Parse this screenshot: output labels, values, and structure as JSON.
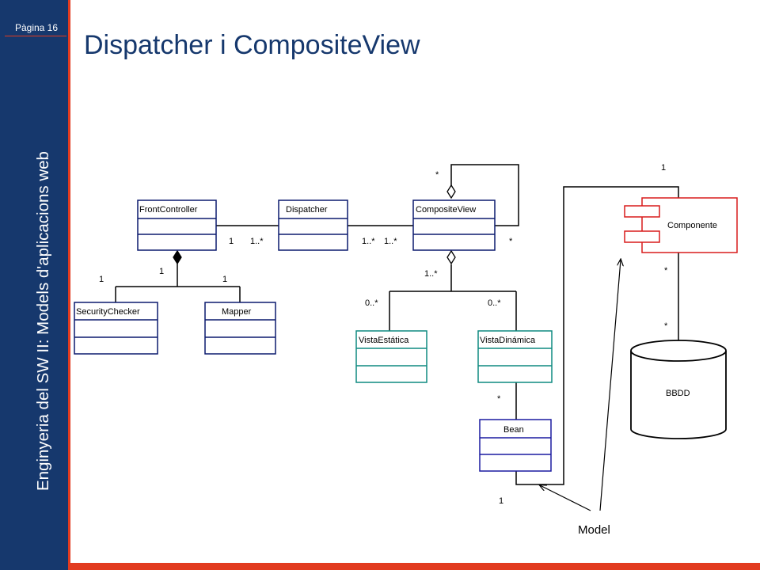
{
  "slide": {
    "page_label": "Pàgina 16",
    "vertical_title": "Enginyeria del SW II: Models d'aplicacions web",
    "title": "Dispatcher i CompositeView"
  },
  "diagram": {
    "classes": {
      "front_controller": "FrontController",
      "dispatcher": "Dispatcher",
      "composite_view": "CompositeView",
      "security_checker": "SecurityChecker",
      "mapper": "Mapper",
      "vista_estatica": "VistaEstática",
      "vista_dinamica": "VistaDinámica",
      "bean": "Bean",
      "componente": "Componente",
      "bbdd": "BBDD"
    },
    "multiplicities": {
      "fc_dispatcher_left": "1",
      "fc_dispatcher_right": "1..*",
      "dispatcher_cv_left": "1..*",
      "dispatcher_cv_right": "1..*",
      "cv_self": "*",
      "cv_right": "*",
      "cv_children": "1..*",
      "fc_security": "1",
      "fc_composition": "1",
      "fc_mapper": "1",
      "vista_estatica": "0..*",
      "vista_dinamica": "0..*",
      "bean": "*",
      "bean_bottom": "1",
      "componente_top": "1",
      "componente_bottom": "*",
      "bbdd_top": "*"
    },
    "annotation": "Model",
    "colors": {
      "sidebar": "#16386d",
      "accent": "#e23b1f",
      "view_class": "#0f8a80",
      "bean_class": "#1a1aa0",
      "component": "#d81b1b",
      "default_class": "#0b1a6e"
    }
  }
}
